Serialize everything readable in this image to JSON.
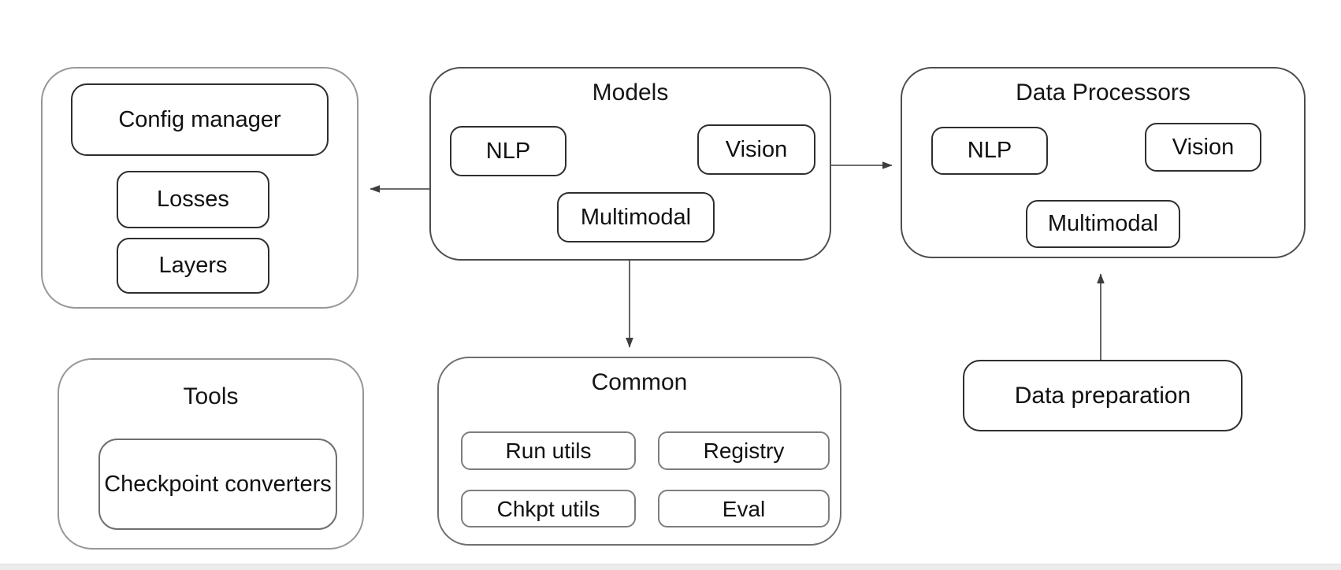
{
  "diagram": {
    "groups": {
      "core": {
        "items": [
          "Config manager",
          "Losses",
          "Layers"
        ]
      },
      "models": {
        "title": "Models",
        "items": [
          "NLP",
          "Vision",
          "Multimodal"
        ]
      },
      "data_processors": {
        "title": "Data Processors",
        "items": [
          "NLP",
          "Vision",
          "Multimodal"
        ]
      },
      "tools": {
        "title": "Tools",
        "items": [
          "Checkpoint converters"
        ]
      },
      "common": {
        "title": "Common",
        "items": [
          "Run utils",
          "Registry",
          "Chkpt utils",
          "Eval"
        ]
      }
    },
    "nodes": {
      "data_preparation": "Data preparation"
    },
    "edges": [
      {
        "from": "models",
        "to": "core-group",
        "direction": "left"
      },
      {
        "from": "models",
        "to": "data_processors",
        "direction": "right"
      },
      {
        "from": "models",
        "to": "common",
        "direction": "down"
      },
      {
        "from": "data_preparation",
        "to": "data_processors",
        "direction": "up"
      }
    ],
    "colors": {
      "background": "#ffffff",
      "outer_container_border": "#979797",
      "container_border": "#4d4d4d",
      "node_border": "#2e2e2e",
      "arrow": "#3d3d3d",
      "text": "#151515",
      "bottom_strip": "#ececec"
    }
  }
}
